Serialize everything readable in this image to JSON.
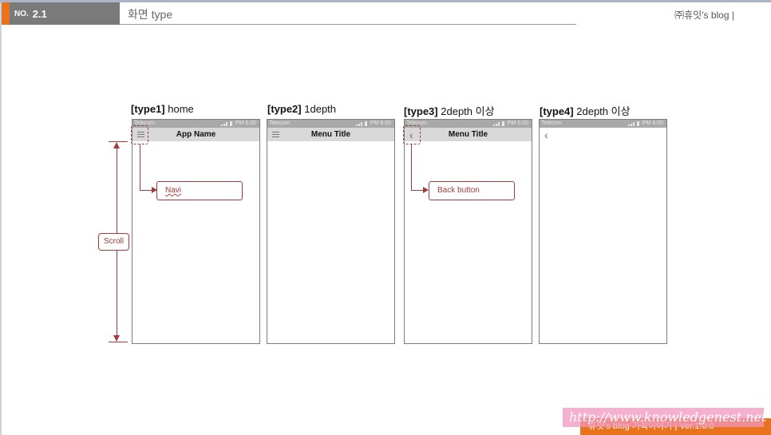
{
  "header": {
    "no_label": "NO.",
    "no_number": "2.1",
    "title": "화면 type",
    "blog_tag": "㈜휴잇's blog |"
  },
  "phones": [
    {
      "type_tag": "[type1]",
      "type_desc": "home",
      "carrier": "Telecom",
      "time": "PM 6:00",
      "bar_title": "App Name",
      "left_icon": "menu-icon"
    },
    {
      "type_tag": "[type2]",
      "type_desc": "1depth",
      "carrier": "Telecom",
      "time": "PM 6:00",
      "bar_title": "Menu Title",
      "left_icon": "menu-icon"
    },
    {
      "type_tag": "[type3]",
      "type_desc": "2depth 이상",
      "carrier": "Telecom",
      "time": "PM 6:00",
      "bar_title": "Menu Title",
      "left_icon": "back-icon"
    },
    {
      "type_tag": "[type4]",
      "type_desc": "2depth 이상",
      "carrier": "Telecom",
      "time": "PM 6:00",
      "bar_title": "",
      "left_icon": "back-icon"
    }
  ],
  "annotations": {
    "navi": "Navi",
    "back_button": "Back button",
    "scroll": "Scroll"
  },
  "footer": {
    "text": "휴잇's blog 기획이야기   | Ver.1.0.0",
    "watermark": "http://www.knowledgenest.net"
  },
  "colors": {
    "accent": "#e8731c",
    "annotation": "#a23b3b",
    "header_box": "#7a7a7a"
  }
}
